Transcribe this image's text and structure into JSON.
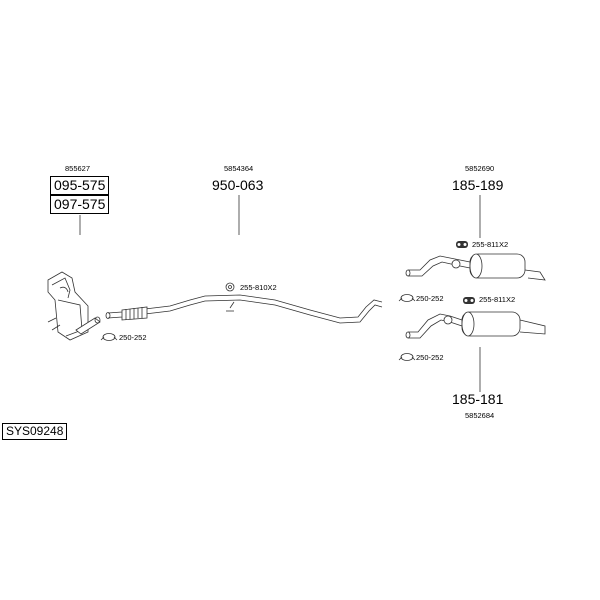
{
  "diagram": {
    "catalytic_group": {
      "ref": "855627",
      "part_a": "095-575",
      "part_b": "097-575",
      "clamp": "250-252"
    },
    "middle_pipe": {
      "ref": "5854364",
      "part": "950-063",
      "hanger": "255-810X2"
    },
    "rear_top": {
      "ref": "5852690",
      "part": "185-189",
      "hanger": "255-811X2",
      "clamp": "250-252"
    },
    "rear_bottom": {
      "ref": "5852684",
      "part": "185-181",
      "hanger": "255-811X2",
      "clamp": "250-252"
    },
    "system_id": "SYS09248"
  }
}
